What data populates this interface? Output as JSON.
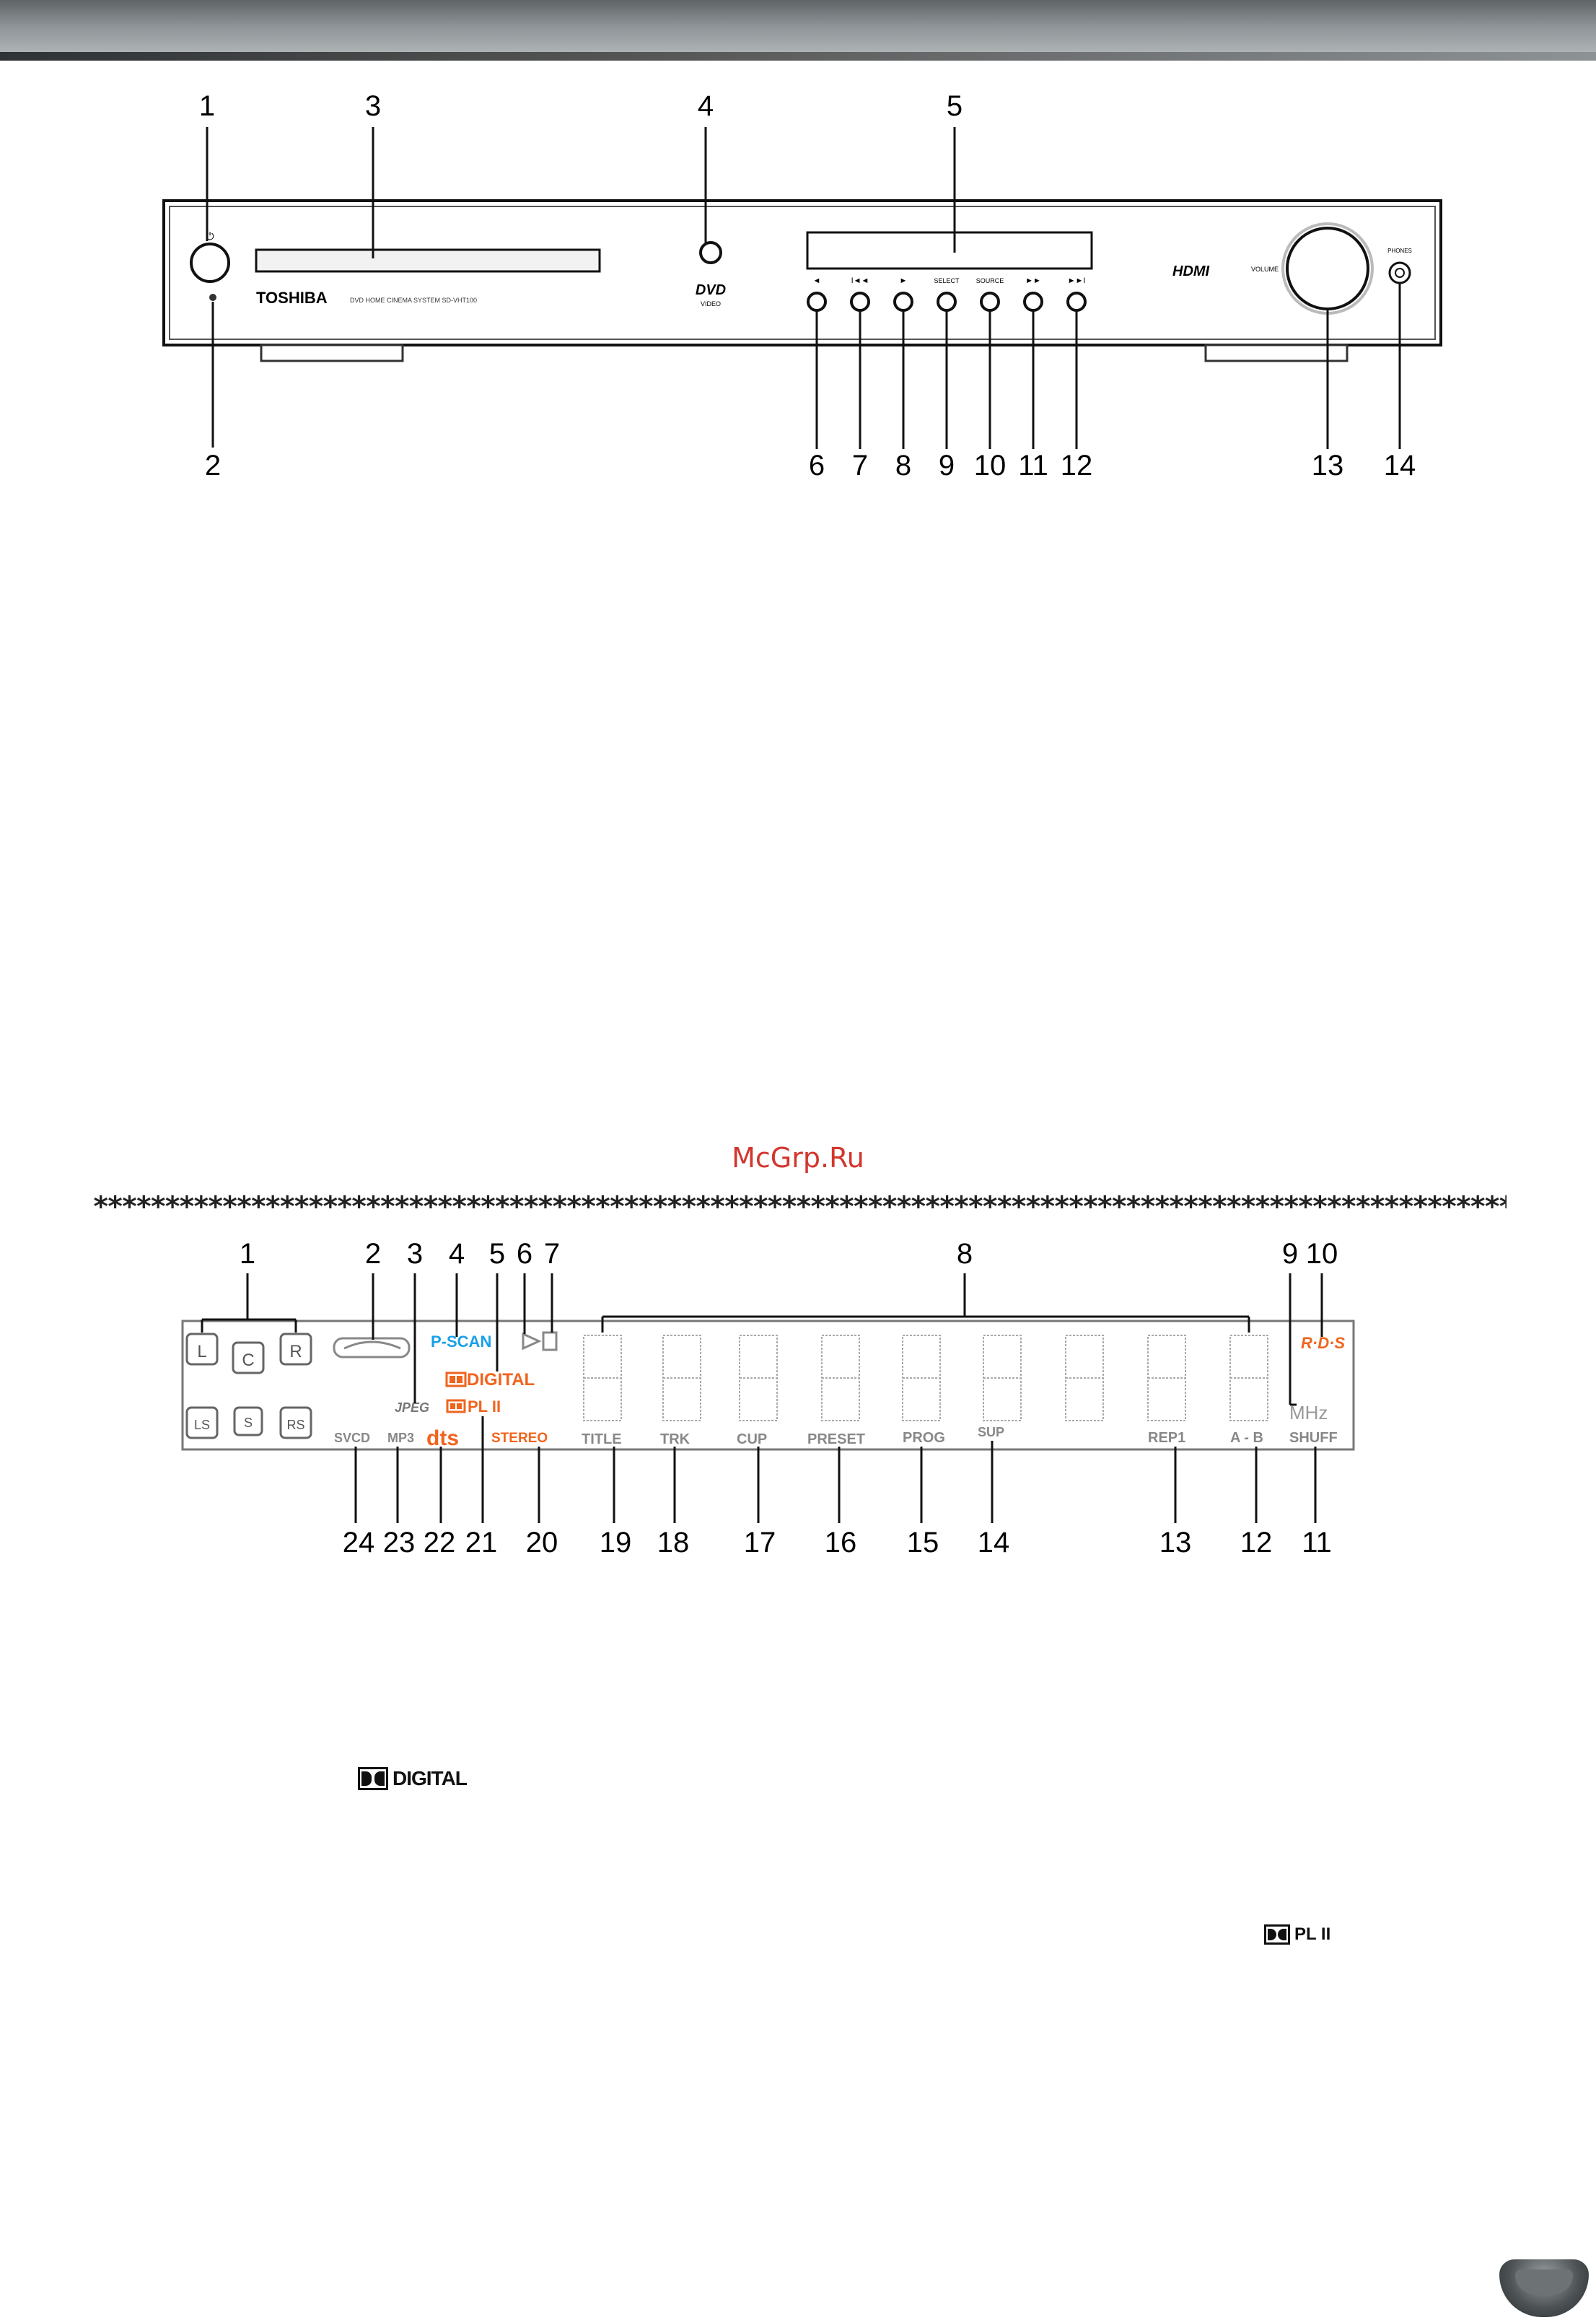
{
  "front_panel": {
    "brand": "TOSHIBA",
    "model_text": "DVD HOME CINEMA SYSTEM SD-VHT100",
    "disc_logo": "DVD",
    "disc_logo_sub": "VIDEO",
    "hdmi_logo": "HDMI",
    "volume_label": "VOLUME",
    "phones_label": "PHONES",
    "button_labels": [
      "◄",
      "I◄◄",
      "►",
      "SELECT",
      "SOURCE",
      "►►",
      "►►I"
    ],
    "callouts_top": [
      "1",
      "3",
      "4",
      "5"
    ],
    "callouts_bottom": [
      "2",
      "6",
      "7",
      "8",
      "9",
      "10",
      "11",
      "12",
      "13",
      "14"
    ]
  },
  "watermark": "McGrp.Ru",
  "separator": "**********************************************************************************************************",
  "display_panel": {
    "callouts_top": [
      "1",
      "2",
      "3",
      "4",
      "5",
      "6",
      "7",
      "8",
      "9",
      "10"
    ],
    "callouts_bottom": [
      "24",
      "23",
      "22",
      "21",
      "20",
      "19",
      "18",
      "17",
      "16",
      "15",
      "14",
      "13",
      "12",
      "11"
    ],
    "speakers": [
      "L",
      "C",
      "R",
      "LS",
      "S",
      "RS"
    ],
    "ind_pscan": "P-SCAN",
    "ind_digital": "DIGITAL",
    "ind_jpeg": "JPEG",
    "ind_plii": "PL II",
    "ind_svcd": "SVCD",
    "ind_mp3": "MP3",
    "ind_dts": "dts",
    "ind_stereo": "STEREO",
    "ind_title": "TITLE",
    "ind_trk": "TRK",
    "ind_cup": "CUP",
    "ind_preset": "PRESET",
    "ind_prog": "PROG",
    "ind_sup": "SUP",
    "ind_rep1": "REP1",
    "ind_ab": "A - B",
    "ind_shuff": "SHUFF",
    "ind_rds": "R·D·S",
    "ind_mhz": "MHz",
    "colors": {
      "blue": "#1aa0e6",
      "orange": "#f0641e",
      "grey": "#8a8a8a"
    }
  },
  "inline_logos": {
    "digital": "DIGITAL",
    "plii": "PL II"
  }
}
